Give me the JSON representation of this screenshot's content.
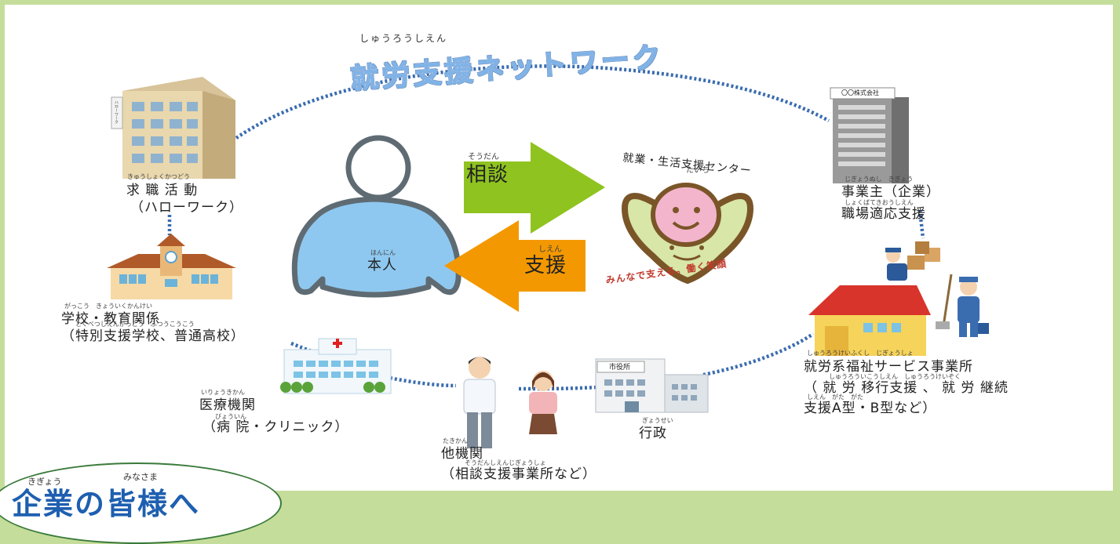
{
  "network": {
    "title": "就労支援ネットワーク",
    "ruby": "しゅうろうしえん"
  },
  "arrows": {
    "consult": {
      "label": "相談",
      "ruby": "そうだん"
    },
    "support": {
      "label": "支援",
      "ruby": "しえん"
    }
  },
  "person": {
    "label": "本人",
    "ruby": "ほんにん"
  },
  "center": {
    "title": "就業・生活支援センター",
    "sub": "たいち",
    "logo_text": "みんなで支える。働く笑顔"
  },
  "hello_work": {
    "line1": "求 職 活 動",
    "line2": "（ハローワーク）",
    "ruby": "きゅうしょくかつどう",
    "building_sign": "ハローワーク"
  },
  "employer": {
    "line1": "事業主（企業）",
    "line2": "職場適応支援",
    "ruby1": "じぎょうぬし　きぎょう",
    "ruby2": "しょくばてきおうしえん",
    "building_sign": "〇〇株式会社"
  },
  "school": {
    "line1": "学校・教育関係",
    "line2": "（特別支援学校、普通高校）",
    "ruby1": "がっこう　きょういくかんけい",
    "ruby2": "とくべつしえんがっこう　ふつうこうこう"
  },
  "welfare": {
    "line1": "就労系福祉サービス事業所",
    "line2": "（ 就 労 移行支援 、 就 労 継続",
    "line3": "支援A型・B型など）",
    "ruby1": "しゅうろうけいふくし　じぎょうしょ",
    "ruby2": "しゅうろういこうしえん　しゅうろうけいぞく",
    "ruby3": "しえん　がた　がた"
  },
  "medical": {
    "line1": "医療機関",
    "line2": "（病 院・クリニック）",
    "ruby1": "いりょうきかん",
    "ruby2": "びょういん"
  },
  "other": {
    "line1": "他機関",
    "line2": "（相談支援事業所など）",
    "ruby1": "たきかん",
    "ruby2": "そうだんしえんじぎょうしょ"
  },
  "gov": {
    "line1": "行政",
    "ruby": "ぎょうせい",
    "building_sign": "市役所"
  },
  "corner": {
    "text": "企業の皆様へ",
    "ruby1": "きぎょう",
    "ruby2": "みなさま"
  },
  "colors": {
    "border": "#c5dd9a",
    "dots": "#3a6cb0",
    "consult_arrow": "#8fc31f",
    "support_arrow": "#f39800",
    "person_body": "#8ec8f0"
  }
}
